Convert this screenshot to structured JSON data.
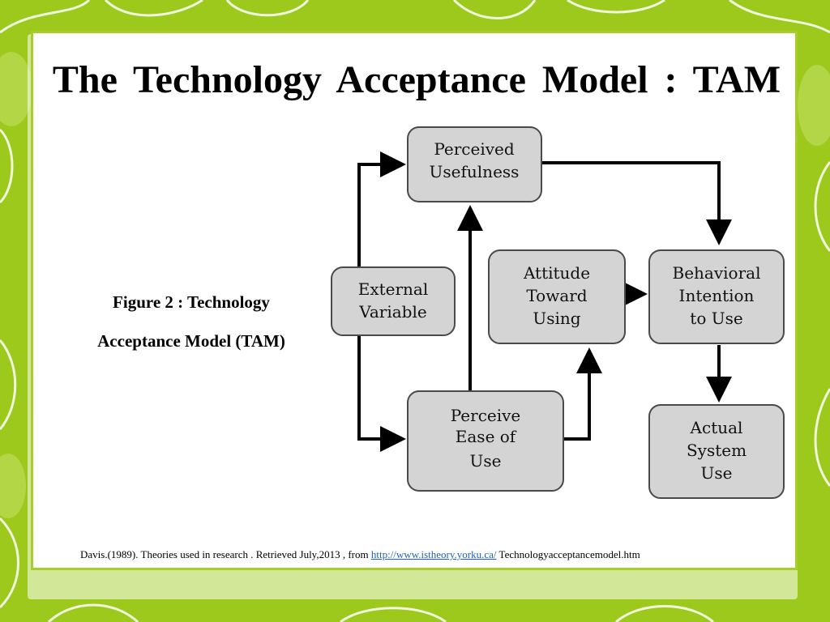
{
  "slide": {
    "title": "The Technology Acceptance Model : TAM",
    "caption_line1": "Figure 2 : Technology",
    "caption_line2": "Acceptance Model (TAM)",
    "citation": {
      "prefix": "Davis.(1989). Theories used in research . Retrieved July,2013 , from",
      "link": "http://www.istheory.yorku.ca/",
      "suffix": "Technologyacceptancemodel.htm"
    }
  },
  "diagram": {
    "nodes": {
      "external": [
        "External",
        "Variable"
      ],
      "usefulness": [
        "Perceived",
        "Usefulness"
      ],
      "attitude": [
        "Attitude",
        "Toward",
        "Using"
      ],
      "intention": [
        "Behavioral",
        "Intention",
        "to Use"
      ],
      "ease": [
        "Perceive",
        "Ease of",
        "Use"
      ],
      "actual": [
        "Actual",
        "System",
        "Use"
      ]
    }
  },
  "colors": {
    "background_green": "#9cc91c",
    "node_fill": "#d4d4d4",
    "node_border": "#4a4a4a",
    "link": "#1b62c4"
  }
}
